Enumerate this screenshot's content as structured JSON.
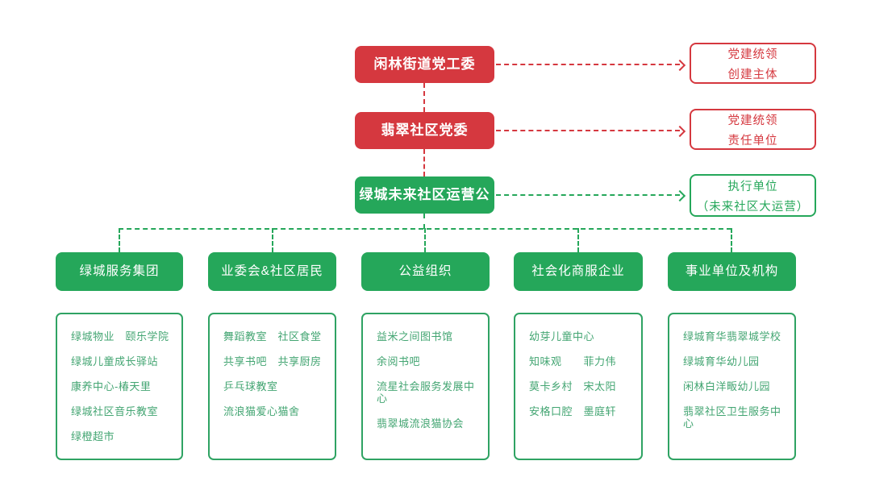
{
  "colors": {
    "red": "#d5383f",
    "green": "#25a75a",
    "list_green": "#43a572",
    "list_border": "#2fa363"
  },
  "main_chain": [
    {
      "label": "闲林街道党工委",
      "type": "red"
    },
    {
      "label": "翡翠社区党委",
      "type": "red"
    },
    {
      "label": "绿城未来社区运营公司",
      "type": "green"
    }
  ],
  "annotations": [
    {
      "lines": [
        "党建统领",
        "创建主体"
      ],
      "type": "red"
    },
    {
      "lines": [
        "党建统领",
        "责任单位"
      ],
      "type": "red"
    },
    {
      "lines": [
        "执行单位",
        "（未来社区大运营）"
      ],
      "type": "green"
    }
  ],
  "branches": [
    {
      "header": "绿城服务集团",
      "items": [
        "绿城物业　颐乐学院",
        "绿城儿童成长驿站",
        "康养中心-椿天里",
        "绿城社区音乐教室",
        "绿橙超市"
      ]
    },
    {
      "header": "业委会&社区居民",
      "items": [
        "舞蹈教室　社区食堂",
        "共享书吧　共享厨房",
        "乒乓球教室",
        "流浪猫爱心猫舍"
      ]
    },
    {
      "header": "公益组织",
      "items": [
        "益米之间图书馆",
        "余阅书吧",
        "流星社会服务发展中心",
        "翡翠城流浪猫协会"
      ]
    },
    {
      "header": "社会化商服企业",
      "items": [
        "幼芽儿童中心",
        "知味观　　菲力伟",
        "莫卡乡村　宋太阳",
        "安格口腔　墨庭轩"
      ]
    },
    {
      "header": "事业单位及机构",
      "items": [
        "绿城育华翡翠城学校",
        "绿城育华幼儿园",
        "闲林白洋畈幼儿园",
        "翡翠社区卫生服务中心"
      ]
    }
  ]
}
